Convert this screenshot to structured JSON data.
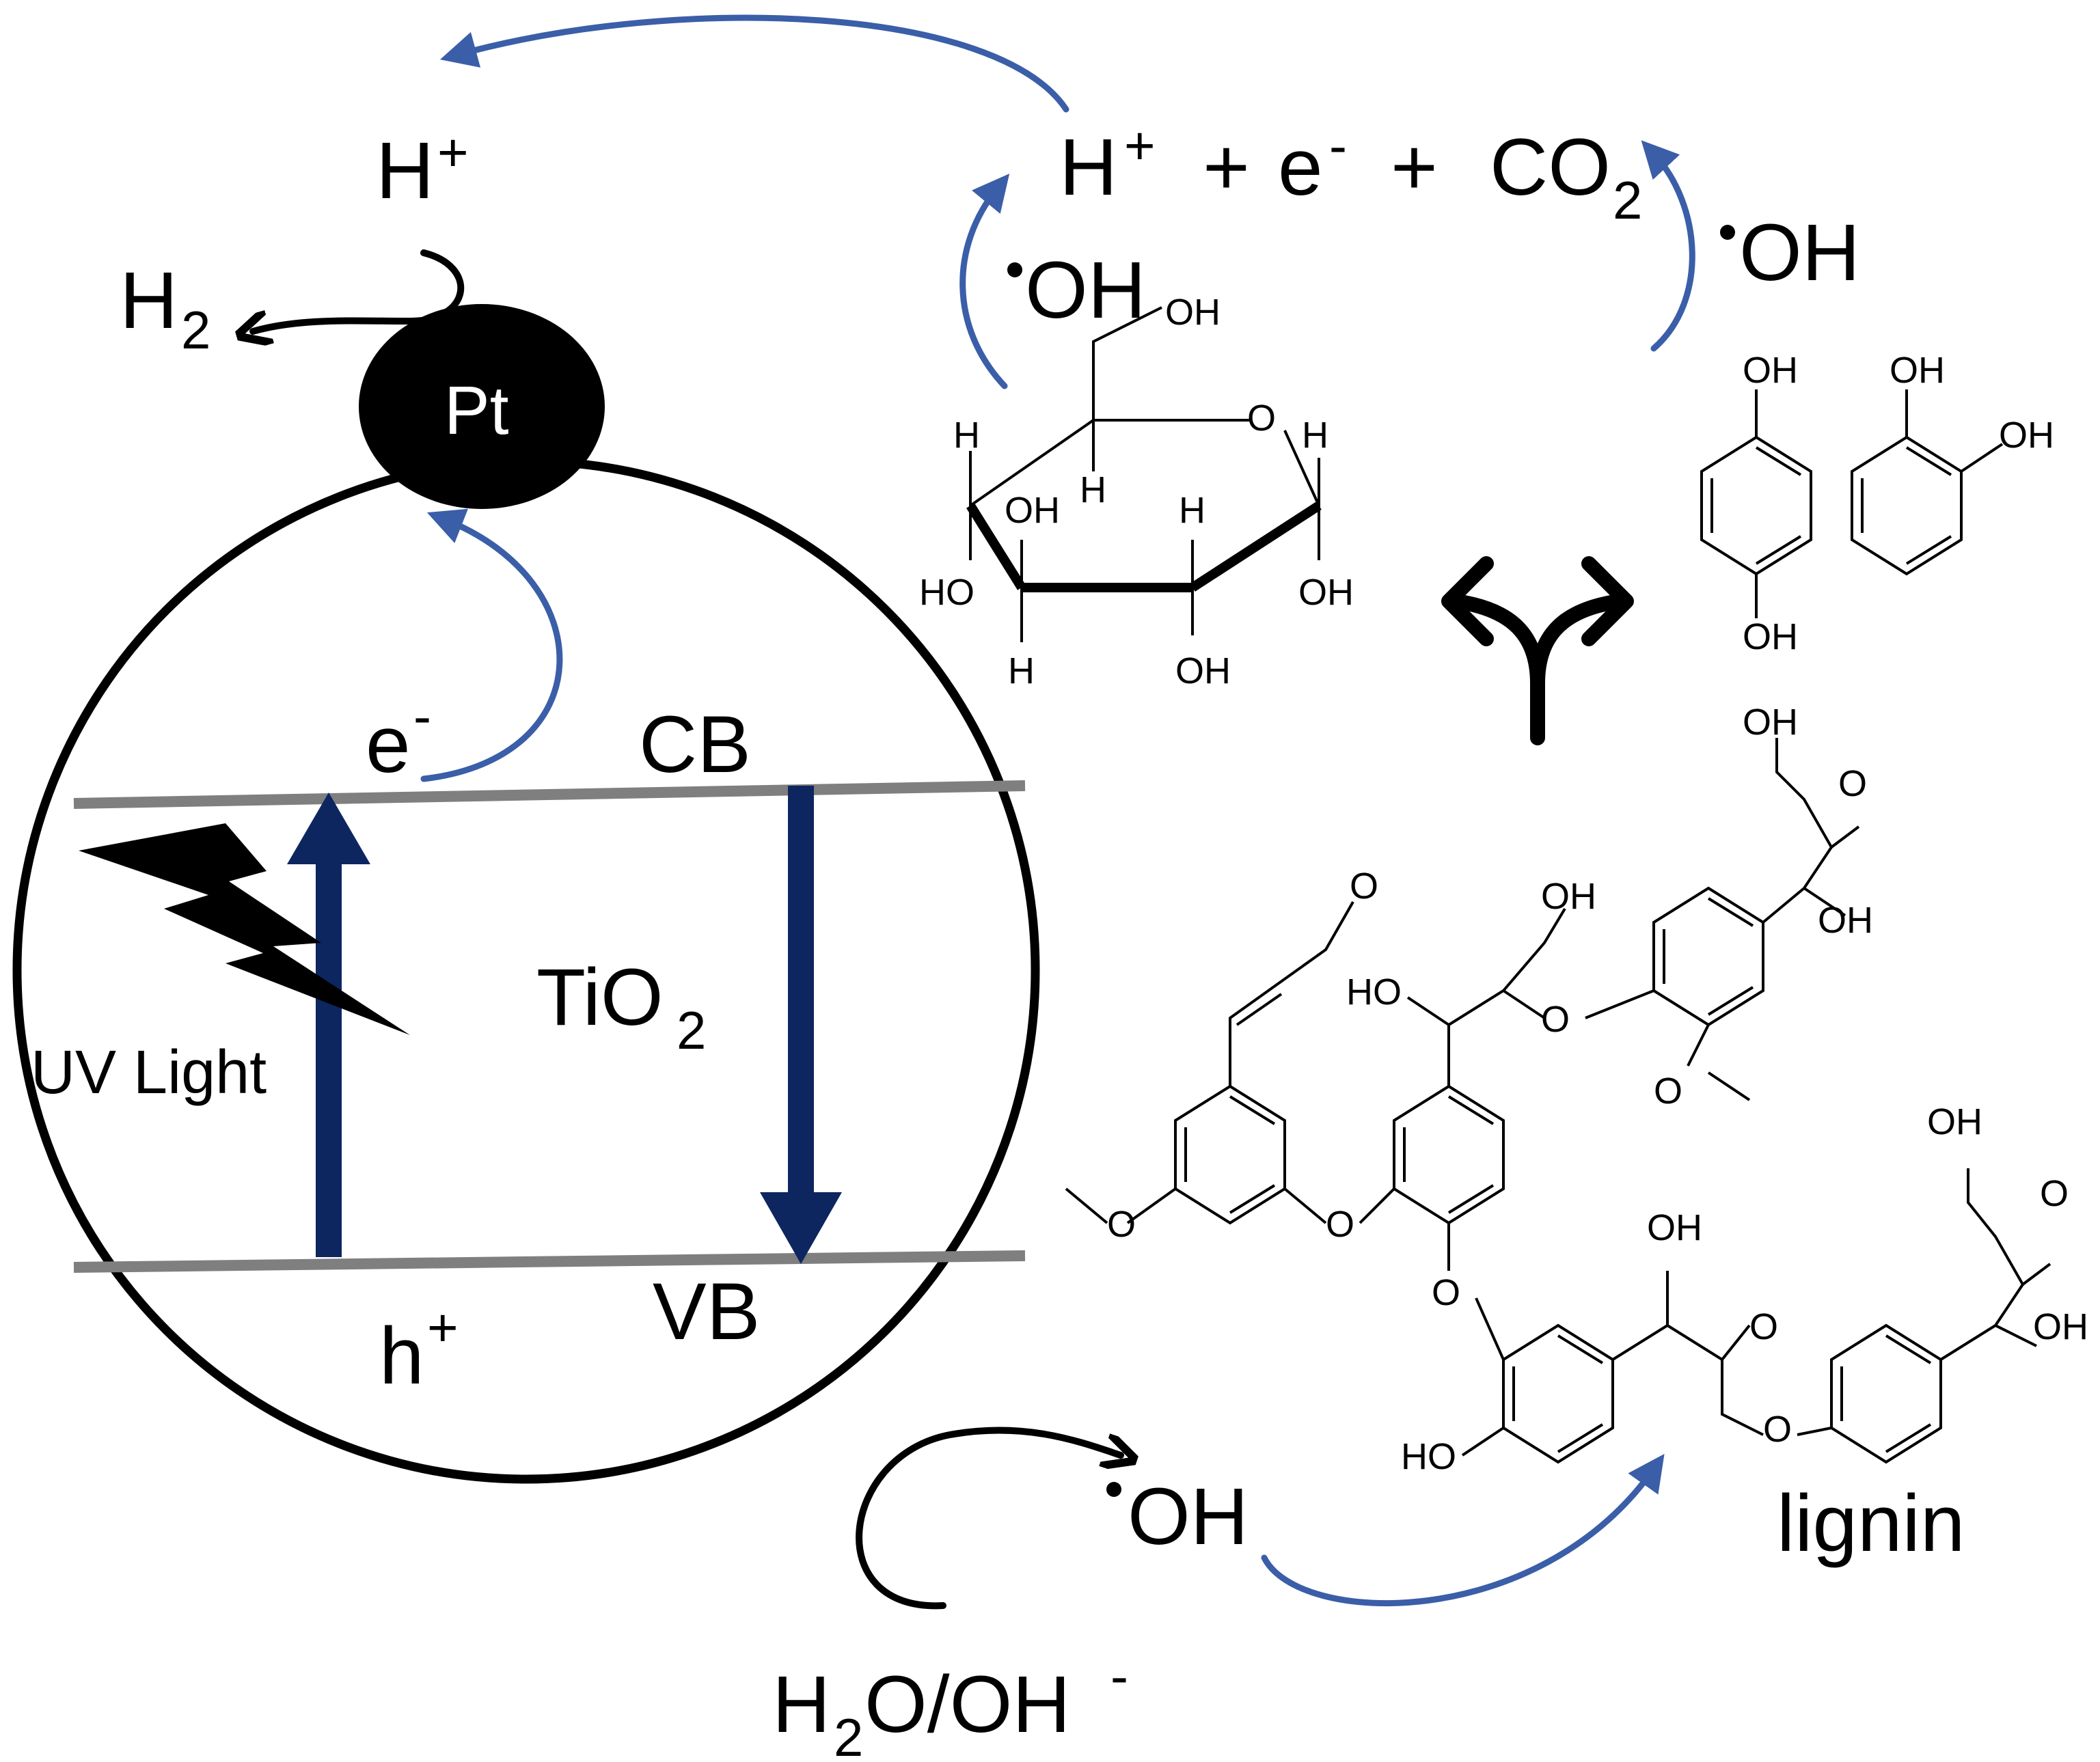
{
  "labels": {
    "h_plus_top": "H",
    "h_plus_top_sup": "+",
    "h2": "H",
    "h2_sub": "2",
    "pt": "Pt",
    "e_minus": "e",
    "e_minus_sup": "-",
    "cb": "CB",
    "vb": "VB",
    "tio2": "TiO",
    "tio2_sub": "2",
    "uv_light": "UV Light",
    "h_plus_hole": "h",
    "h_plus_hole_sup": "+",
    "oh_radical_bottom": "OH",
    "oh_radical_left": "OH",
    "oh_radical_right": "OH",
    "water": "H",
    "water_sub": "2",
    "water_rest": "O/OH",
    "water_sup": "-",
    "products_h": "H",
    "products_h_sup": "+",
    "products_plus1": "+",
    "products_e": "e",
    "products_e_sup": "-",
    "products_plus2": "+",
    "products_co": "CO",
    "products_co_sub": "2",
    "lignin": "lignin"
  },
  "atoms": {
    "OH": "OH",
    "HO": "HO",
    "O": "O",
    "H": "H"
  },
  "colors": {
    "band_arrow": "#0d2660",
    "blue_arrow": "#3b5ea8",
    "band_line": "#7f7f7f",
    "pt": "#000000"
  }
}
